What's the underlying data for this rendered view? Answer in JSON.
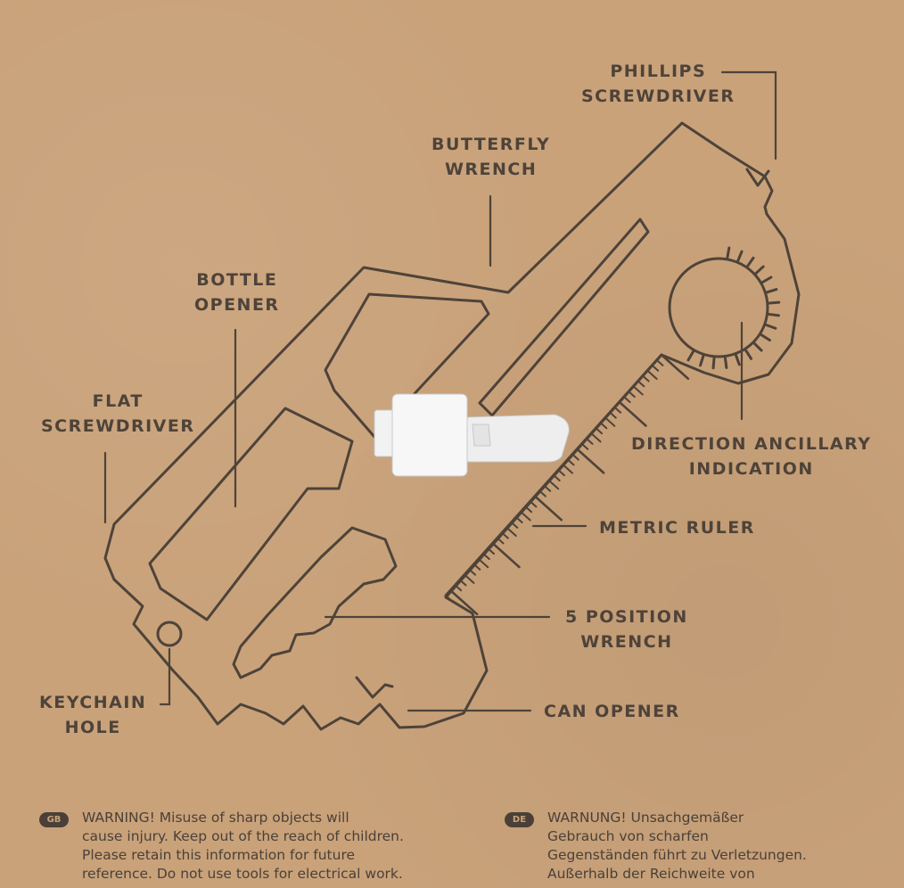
{
  "labels": {
    "phillips": [
      "PHILLIPS",
      "SCREWDRIVER"
    ],
    "butterfly": [
      "BUTTERFLY",
      "WRENCH"
    ],
    "bottle": [
      "BOTTLE",
      "OPENER"
    ],
    "flat": [
      "FLAT",
      "SCREWDRIVER"
    ],
    "direction": [
      "DIRECTION ANCILLARY",
      "INDICATION"
    ],
    "ruler": [
      "METRIC RULER"
    ],
    "five": [
      "5 POSITION",
      "WRENCH"
    ],
    "keychain": [
      "KEYCHAIN",
      "HOLE"
    ],
    "can": [
      "CAN OPENER"
    ]
  },
  "warnings": [
    {
      "badge": "GB",
      "lines": [
        "WARNING! Misuse of sharp objects will",
        "cause injury. Keep out of the reach of children.",
        "Please retain this information for future",
        "reference. Do not use tools for electrical work."
      ]
    },
    {
      "badge": "DE",
      "lines": [
        "WARNUNG! Unsachgemäßer",
        "Gebrauch von scharfen",
        "Gegenständen führt zu Verletzungen.",
        "Außerhalb der Reichweite von"
      ]
    }
  ],
  "colors": {
    "background": "#c9a27a",
    "line": "#4e4339",
    "clip": "#f4f4f4"
  }
}
